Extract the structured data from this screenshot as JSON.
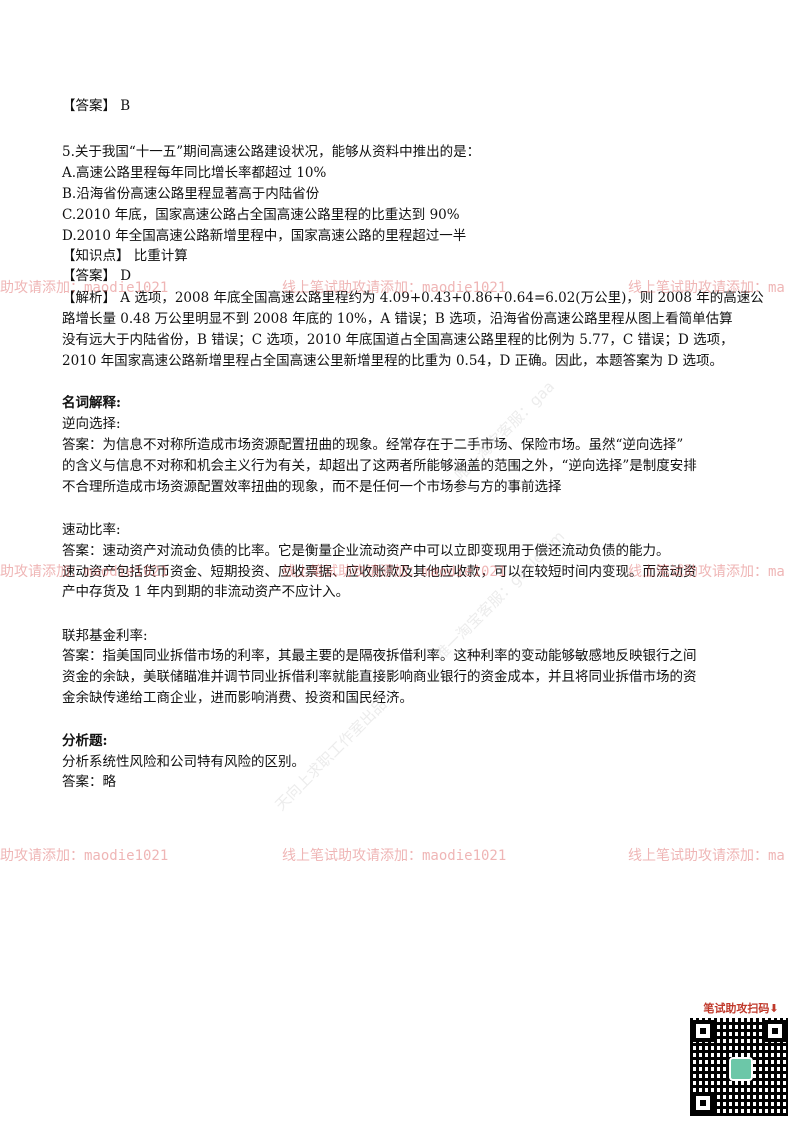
{
  "content": {
    "answer_prev": "【答案】 B",
    "q5_stem": "5.关于我国“十一五”期间高速公路建设状况，能够从资料中推出的是：",
    "q5_a": "A.高速公路里程每年同比增长率都超过 10%",
    "q5_b": "B.沿海省份高速公路里程显著高于内陆省份",
    "q5_c": "C.2010 年底，国家高速公路占全国高速公路里程的比重达到 90%",
    "q5_d": "D.2010 年全国高速公路新增里程中，国家高速公路的里程超过一半",
    "q5_knowledge": "【知识点】 比重计算",
    "q5_answer": "【答案】 D",
    "q5_analysis_1": "【解析】 A 选项，2008 年底全国高速公路里程约为 4.09+0.43+0.86+0.64=6.02(万公里)，则 2008 年的高速公",
    "q5_analysis_2": "路增长量 0.48 万公里明显不到 2008 年底的 10%，A 错误；B 选项，沿海省份高速公路里程从图上看简单估算",
    "q5_analysis_3": "没有远大于内陆省份，B 错误；C 选项，2010 年底国道占全国高速公路里程的比例为 5.77，C 错误；D 选项，",
    "q5_analysis_4": "2010 年国家高速公路新增里程占全国高速公里新增里程的比重为 0.54，D 正确。因此，本题答案为 D 选项。",
    "terms_heading": "名词解释:",
    "term1_title": "逆向选择:",
    "term1_l1": "答案：为信息不对称所造成市场资源配置扭曲的现象。经常存在于二手市场、保险市场。虽然“逆向选择”",
    "term1_l2": "的含义与信息不对称和机会主义行为有关，却超出了这两者所能够涵盖的范围之外，“逆向选择”是制度安排",
    "term1_l3": "不合理所造成市场资源配置效率扭曲的现象，而不是任何一个市场参与方的事前选择",
    "term2_title": "速动比率:",
    "term2_l1": "答案：速动资产对流动负债的比率。它是衡量企业流动资产中可以立即变现用于偿还流动负债的能力。",
    "term2_l2": "速动资产包括货币资金、短期投资、应收票据、应收账款及其他应收款，可以在较短时间内变现。而流动资",
    "term2_l3": "产中存货及 1 年内到期的非流动资产不应计入。",
    "term3_title": "联邦基金利率:",
    "term3_l1": "答案：指美国同业拆借市场的利率，其最主要的是隔夜拆借利率。这种利率的变动能够敏感地反映银行之间",
    "term3_l2": "资金的余缺，美联储瞄准并调节同业拆借利率就能直接影响商业银行的资金成本，并且将同业拆借市场的资",
    "term3_l3": "金余缺传递给工商企业，进而影响消费、投资和国民经济。",
    "analysis_heading": "分析题:",
    "analysis_q": "分析系统性风险和公司特有风险的区别。",
    "analysis_a": "答案：略"
  },
  "watermarks": {
    "row_text": "线上笔试助攻请添加：maodie1021",
    "left_partial": "助攻请添加：maodie1021",
    "right_partial": "线上笔试助攻请添加：ma",
    "diag_1": "唯一淘宝客服：gaa",
    "diag_2": "天向上求职工作室出品",
    "diag_3": "唯一淘宝客服：gaolerjim"
  },
  "qr": {
    "title": "笔试助攻扫码⬇"
  }
}
